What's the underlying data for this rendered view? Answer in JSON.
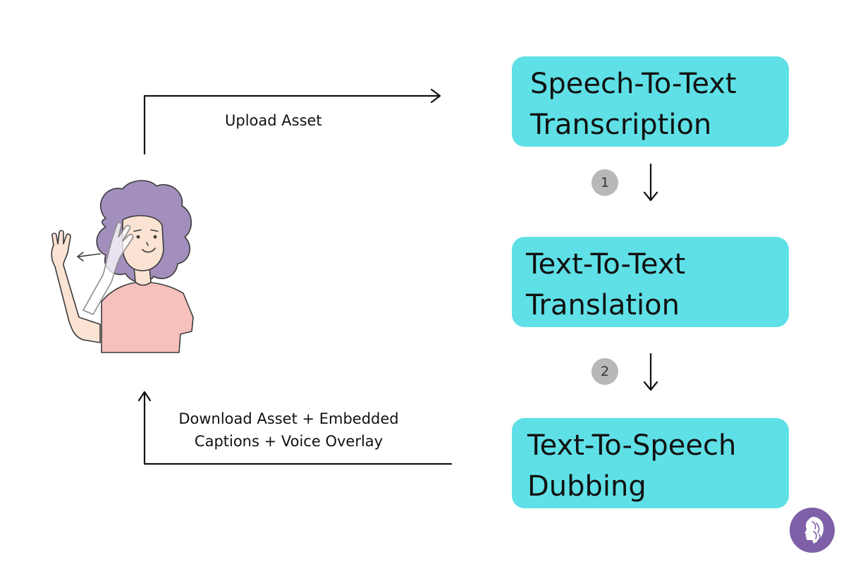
{
  "steps": [
    {
      "number": "1"
    },
    {
      "number": "2"
    }
  ],
  "boxes": [
    {
      "line1": "Speech-To-Text",
      "line2": "Transcription"
    },
    {
      "line1": "Text-To-Text",
      "line2": "Translation"
    },
    {
      "line1": "Text-To-Speech",
      "line2": "Dubbing"
    }
  ],
  "arrows": {
    "upload_label": "Upload Asset",
    "download_line1": "Download Asset + Embedded",
    "download_line2": "Captions + Voice Overlay"
  },
  "colors": {
    "box_fill": "#5ee0e6",
    "step_badge": "#b8b8b8",
    "logo_bg": "#7e5fa8",
    "hair": "#a38fbe",
    "shirt": "#f6c0bd",
    "skin": "#fbe3d3"
  },
  "icons": {
    "person": "woman-signing-illustration",
    "logo": "face-profile-logo-icon"
  }
}
